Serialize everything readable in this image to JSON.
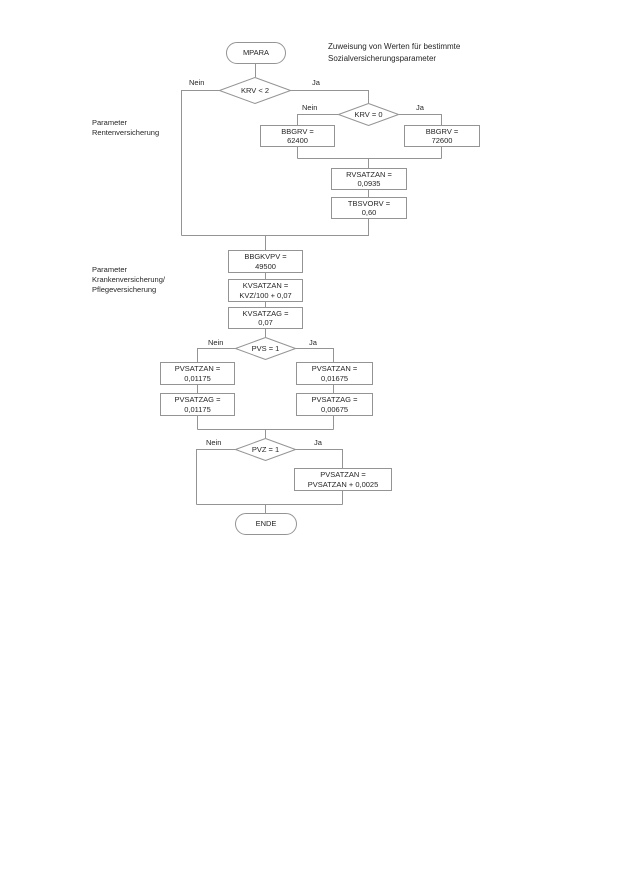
{
  "colors": {
    "background": "#ffffff",
    "line": "#949494",
    "text": "#262626"
  },
  "title": {
    "line1": "Zuweisung von Werten für bestimmte",
    "line2": "Sozialversicherungsparameter"
  },
  "sections": {
    "renten": [
      "Parameter",
      "Rentenversicherung"
    ],
    "kranken": [
      "Parameter",
      "Krankenversicherung/",
      "Pflegeversicherung"
    ]
  },
  "labels": {
    "nein": "Nein",
    "ja": "Ja"
  },
  "nodes": {
    "start": {
      "label": "MPARA"
    },
    "krv2": {
      "label": "KRV < 2"
    },
    "krv0": {
      "label": "KRV = 0"
    },
    "bbgrv62400": {
      "line1": "BBGRV =",
      "line2": "62400"
    },
    "bbgrv72600": {
      "line1": "BBGRV =",
      "line2": "72600"
    },
    "rvsatzan": {
      "line1": "RVSATZAN =",
      "line2": "0,0935"
    },
    "tbsvorv": {
      "line1": "TBSVORV =",
      "line2": "0,60"
    },
    "bbgkvpv": {
      "line1": "BBGKVPV =",
      "line2": "49500"
    },
    "kvsatzan": {
      "line1": "KVSATZAN =",
      "line2": "KVZ/100 + 0,07"
    },
    "kvsatzag": {
      "line1": "KVSATZAG =",
      "line2": "0,07"
    },
    "pvs1": {
      "label": "PVS = 1"
    },
    "pvsatzanNein": {
      "line1": "PVSATZAN =",
      "line2": "0,01175"
    },
    "pvsatzagNein": {
      "line1": "PVSATZAG =",
      "line2": "0,01175"
    },
    "pvsatzanJa": {
      "line1": "PVSATZAN =",
      "line2": "0,01675"
    },
    "pvsatzagJa": {
      "line1": "PVSATZAG =",
      "line2": "0,00675"
    },
    "pvz1": {
      "label": "PVZ = 1"
    },
    "pvsatzanAdd": {
      "line1": "PVSATZAN =",
      "line2": "PVSATZAN + 0,0025"
    },
    "end": {
      "label": "ENDE"
    }
  }
}
